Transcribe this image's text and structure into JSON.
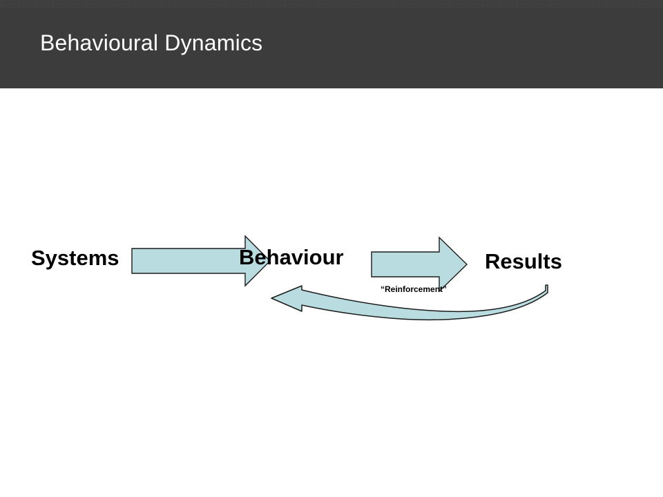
{
  "slide": {
    "title": "Behavioural Dynamics",
    "background_color": "#ffffff",
    "header_color": "#3c3c3c",
    "title_color": "#ffffff"
  },
  "diagram": {
    "type": "process-feedback-loop",
    "accent_fill": "#b9dce1",
    "accent_stroke": "#1b1b1b",
    "nodes": [
      {
        "id": "systems",
        "label": "Systems"
      },
      {
        "id": "behaviour",
        "label": "Behaviour"
      },
      {
        "id": "results",
        "label": "Results"
      }
    ],
    "connectors": [
      {
        "id": "systems-to-behaviour",
        "shape": "block-arrow",
        "direction": "right",
        "label": ""
      },
      {
        "id": "behaviour-to-results",
        "shape": "block-arrow",
        "direction": "right",
        "label": ""
      },
      {
        "id": "results-to-behaviour",
        "shape": "curved-arrow",
        "direction": "left",
        "label": "“Reinforcement”"
      }
    ],
    "feedback_label": "“Reinforcement”"
  }
}
